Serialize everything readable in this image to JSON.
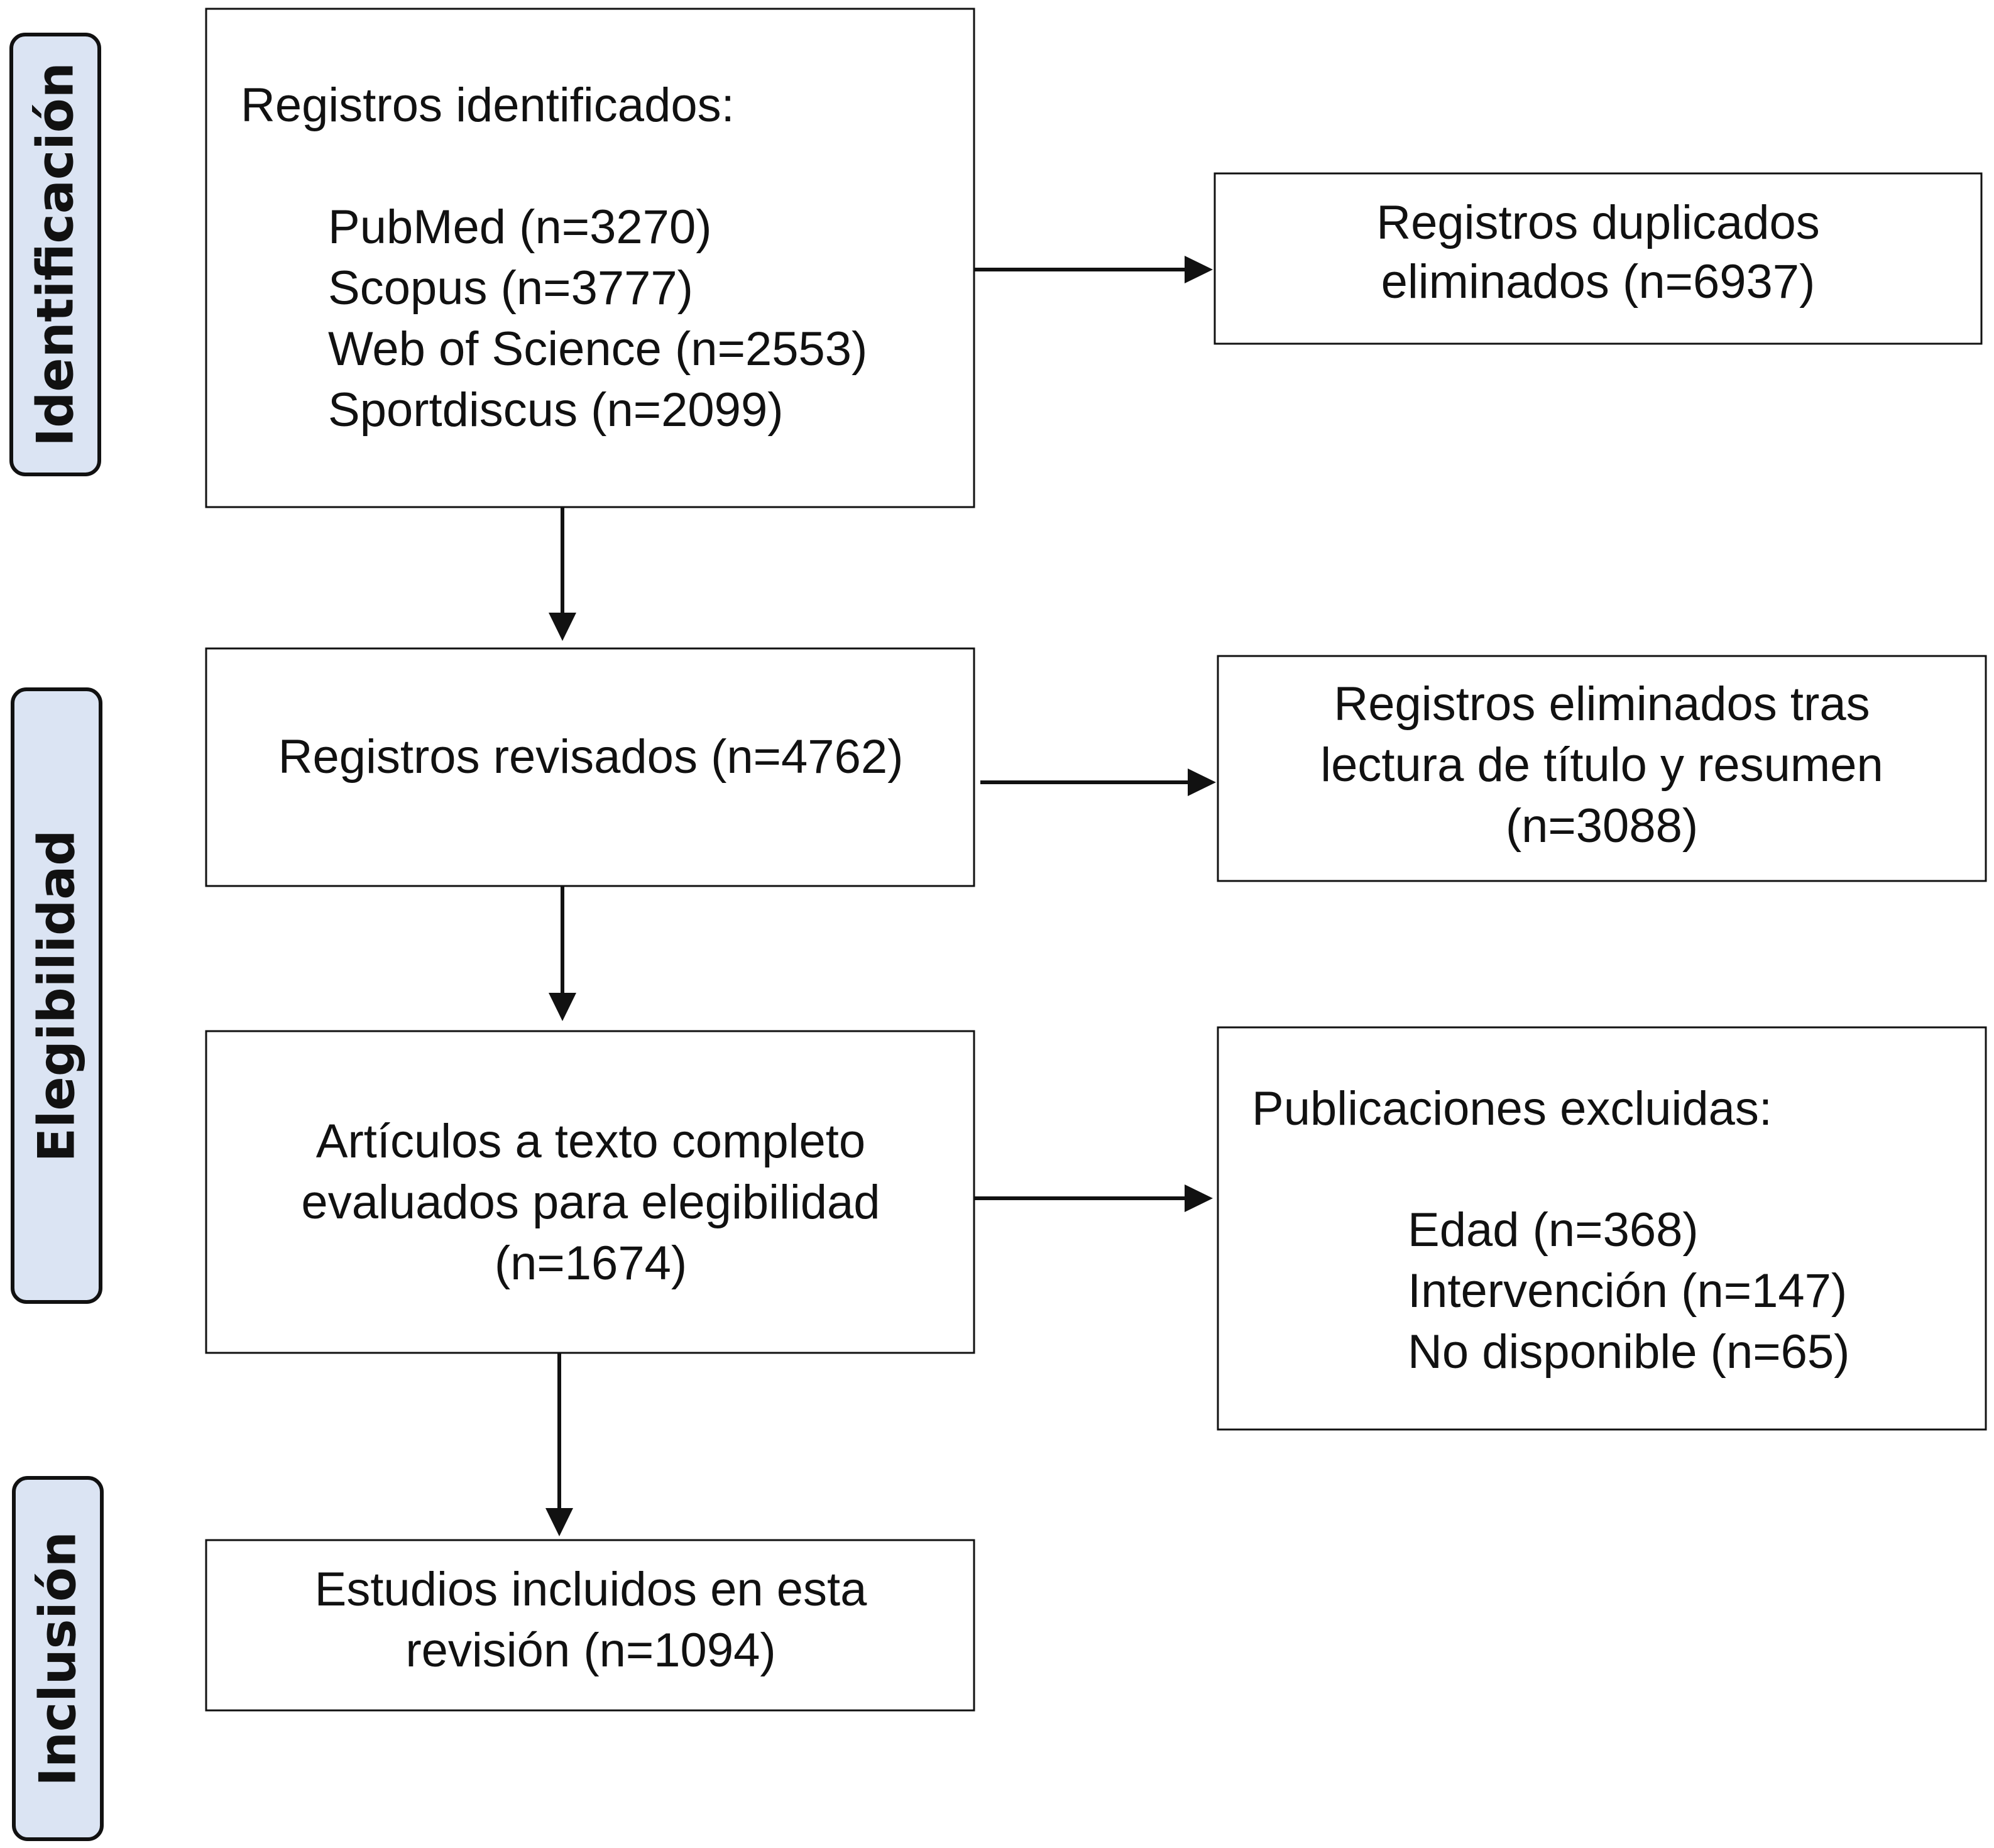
{
  "phases": {
    "identificacion": "Identificación",
    "elegibilidad": "Elegibilidad",
    "inclusion": "Inclusión"
  },
  "boxes": {
    "identified": {
      "heading": "Registros identificados:",
      "items": [
        "PubMed (n=3270)",
        "Scopus (n=3777)",
        "Web of Science (n=2553)",
        "Sportdiscus (n=2099)"
      ]
    },
    "duplicates": {
      "lines": [
        "Registros duplicados",
        "eliminados (n=6937)"
      ]
    },
    "reviewed": {
      "lines": [
        "Registros revisados (n=4762)"
      ]
    },
    "removed_title_abstract": {
      "lines": [
        "Registros eliminados tras",
        "lectura de título y resumen",
        "(n=3088)"
      ]
    },
    "fulltext": {
      "lines": [
        "Artículos a texto completo",
        "evaluados para elegibilidad",
        "(n=1674)"
      ]
    },
    "excluded": {
      "heading": "Publicaciones excluidas:",
      "items": [
        "Edad (n=368)",
        "Intervención (n=147)",
        "No disponible (n=65)"
      ]
    },
    "included": {
      "lines": [
        "Estudios incluidos en esta",
        "revisión (n=1094)"
      ]
    }
  },
  "colors": {
    "phase_fill": "#dbe4f3",
    "stroke": "#111111",
    "background": "#ffffff"
  }
}
